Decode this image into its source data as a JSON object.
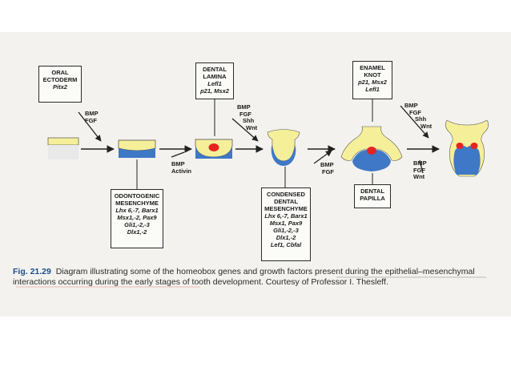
{
  "boxes": {
    "oral_ectoderm": {
      "title": [
        "ORAL",
        "ECTODERM"
      ],
      "genes": [
        "Pitx2"
      ]
    },
    "dental_lamina": {
      "title": [
        "DENTAL",
        "LAMINA"
      ],
      "genes": [
        "Lefl1",
        "p21, Msx2"
      ]
    },
    "enamel_knot": {
      "title": [
        "ENAMEL",
        "KNOT"
      ],
      "genes": [
        "p21, Msx2",
        "Lefl1"
      ]
    },
    "odontogenic_mesenchyme": {
      "title": [
        "ODONTOGENIC",
        "MESENCHYME"
      ],
      "genes": [
        "Lhx 6,-7, Barx1",
        "Msx1,-2, Pax9",
        "Gli1,-2,-3",
        "Dlx1,-2"
      ]
    },
    "condensed_mesenchyme": {
      "title": [
        "CONDENSED",
        "DENTAL",
        "MESENCHYME"
      ],
      "genes": [
        "Lhx 6,-7, Barx1",
        "Msx1, Pax9",
        "Gli1,-2,-3",
        "Dlx1,-2",
        "Lef1, Cbfal"
      ]
    },
    "dental_papilla": {
      "title": [
        "DENTAL",
        "PAPILLA"
      ],
      "genes": []
    }
  },
  "factors": {
    "f1": [
      "BMP",
      "FGF"
    ],
    "f2": [
      "BMP",
      "Activin"
    ],
    "f3": [
      "BMP",
      "FGF",
      "Shh",
      "Wnt"
    ],
    "f4": [
      "BMP",
      "FGF"
    ],
    "f5": [
      "BMP",
      "FGF",
      "Shh",
      "Wnt"
    ],
    "f6": [
      "BMP",
      "FGF",
      "Wnt"
    ]
  },
  "caption": {
    "label": "Fig. 21.29",
    "text": "Diagram illustrating some of the homeobox genes and growth factors present during the epithelial–mesenchymal interactions occurring during the early stages of tooth development. Courtesy of Professor I. Thesleff."
  },
  "colors": {
    "epithelium": "#f6ef9a",
    "mesenchyme": "#3f78c6",
    "signaling_center": "#e52420"
  }
}
